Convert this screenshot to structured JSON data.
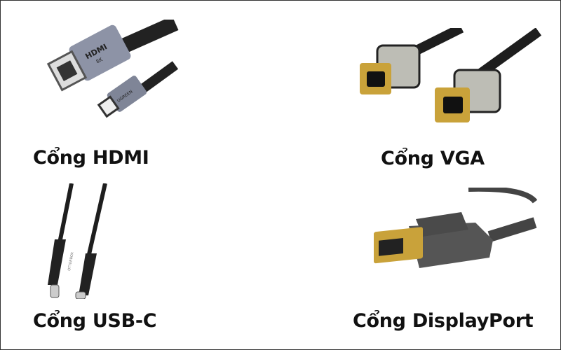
{
  "ports": [
    {
      "label": "Cổng HDMI",
      "marking": "HDMI",
      "marking2": "8K",
      "brand": "UGREEN"
    },
    {
      "label": "Cổng VGA"
    },
    {
      "label": "Cổng USB-C",
      "brand": "OTTERBOX"
    },
    {
      "label": "Cổng DisplayPort"
    }
  ],
  "colors": {
    "border": "#333333",
    "text": "#111111",
    "gold": "#c9a23a",
    "cable": "#1e1e1e"
  }
}
